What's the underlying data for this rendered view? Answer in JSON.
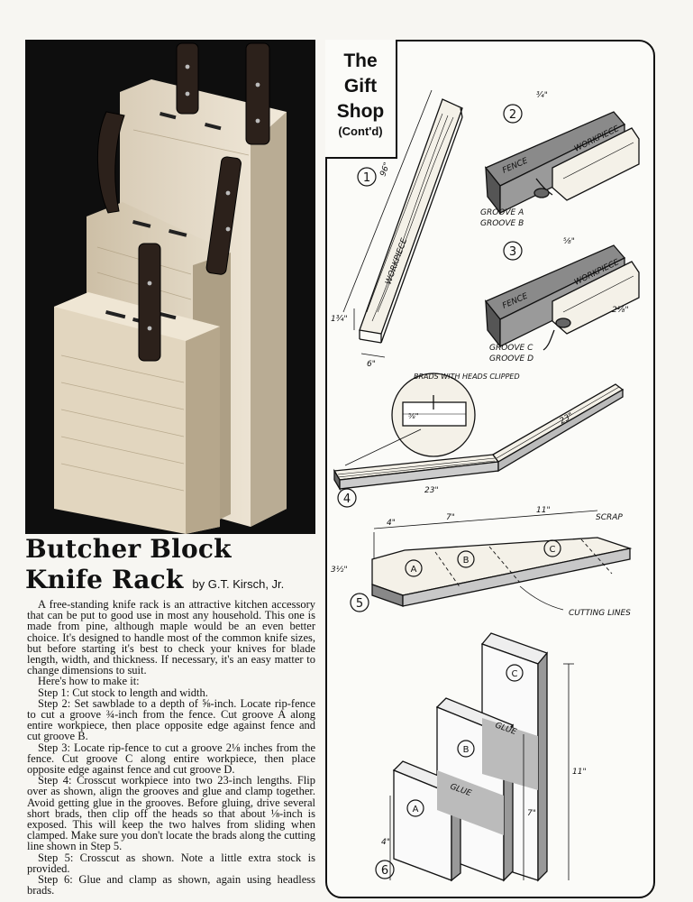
{
  "sidebar_box": {
    "line1": "The",
    "line2": "Gift",
    "line3": "Shop",
    "line4": "(Cont'd)"
  },
  "article": {
    "title_line1": "Butcher Block",
    "title_line2": "Knife Rack",
    "byline": "by G.T. Kirsch, Jr.",
    "paragraphs": [
      "A free-standing knife rack is an attractive kitchen accessory that can be put to good use in most any household. This one is made from pine, although maple would be an even better choice. It's designed to handle most of the common knife sizes, but before starting it's best to check your knives for blade length, width, and thickness. If necessary, it's an easy matter to change dimensions to suit.",
      "Here's how to make it:",
      "Step 1: Cut stock to length and width.",
      "Step 2: Set sawblade to a depth of ⅝-inch. Locate rip-fence to cut a groove ¾-inch from the fence. Cut groove A along entire workpiece, then place opposite edge against fence and cut groove B.",
      "Step 3: Locate rip-fence to cut a groove 2⅛ inches from the fence. Cut groove C along entire workpiece, then place opposite edge against fence and cut groove D.",
      "Step 4: Crosscut workpiece into two 23-inch lengths. Flip over as shown, align the grooves and glue and clamp together. Avoid getting glue in the grooves. Before gluing, drive several short brads, then clip off the heads so that about ⅛-inch is exposed. This will keep the two halves from sliding when clamped. Make sure you don't locate the brads along the cutting line shown in Step 5.",
      "Step 5: Crosscut as shown. Note a little extra stock is provided.",
      "Step 6: Glue and clamp as shown, again using headless brads."
    ]
  },
  "diagram": {
    "step1_num": "1",
    "step2_num": "2",
    "step3_num": "3",
    "step4_num": "4",
    "step5_num": "5",
    "step6_num": "6",
    "workpiece": "WORKPIECE",
    "fence": "FENCE",
    "len_96": "96\"",
    "thick_1_3_4": "1¾\"",
    "width_6": "6\"",
    "dim_3_4": "¾\"",
    "dim_2_1_8": "2⅛\"",
    "dim_5_8": "⅝\"",
    "groove_a": "GROOVE A",
    "groove_b": "GROOVE B",
    "groove_c": "GROOVE C",
    "groove_d": "GROOVE D",
    "brads_note": "BRADS WITH HEADS CLIPPED",
    "len_23a": "23\"",
    "len_23b": "23\"",
    "dim_4": "4\"",
    "dim_7": "7\"",
    "dim_11": "11\"",
    "scrap": "SCRAP",
    "cutting_lines": "CUTTING LINES",
    "dim_3_1_2": "3½\"",
    "part_a": "A",
    "part_b": "B",
    "part_c": "C",
    "glue1": "GLUE",
    "glue2": "GLUE",
    "h_11": "11\"",
    "h_7": "7\"",
    "h_4": "4\""
  }
}
